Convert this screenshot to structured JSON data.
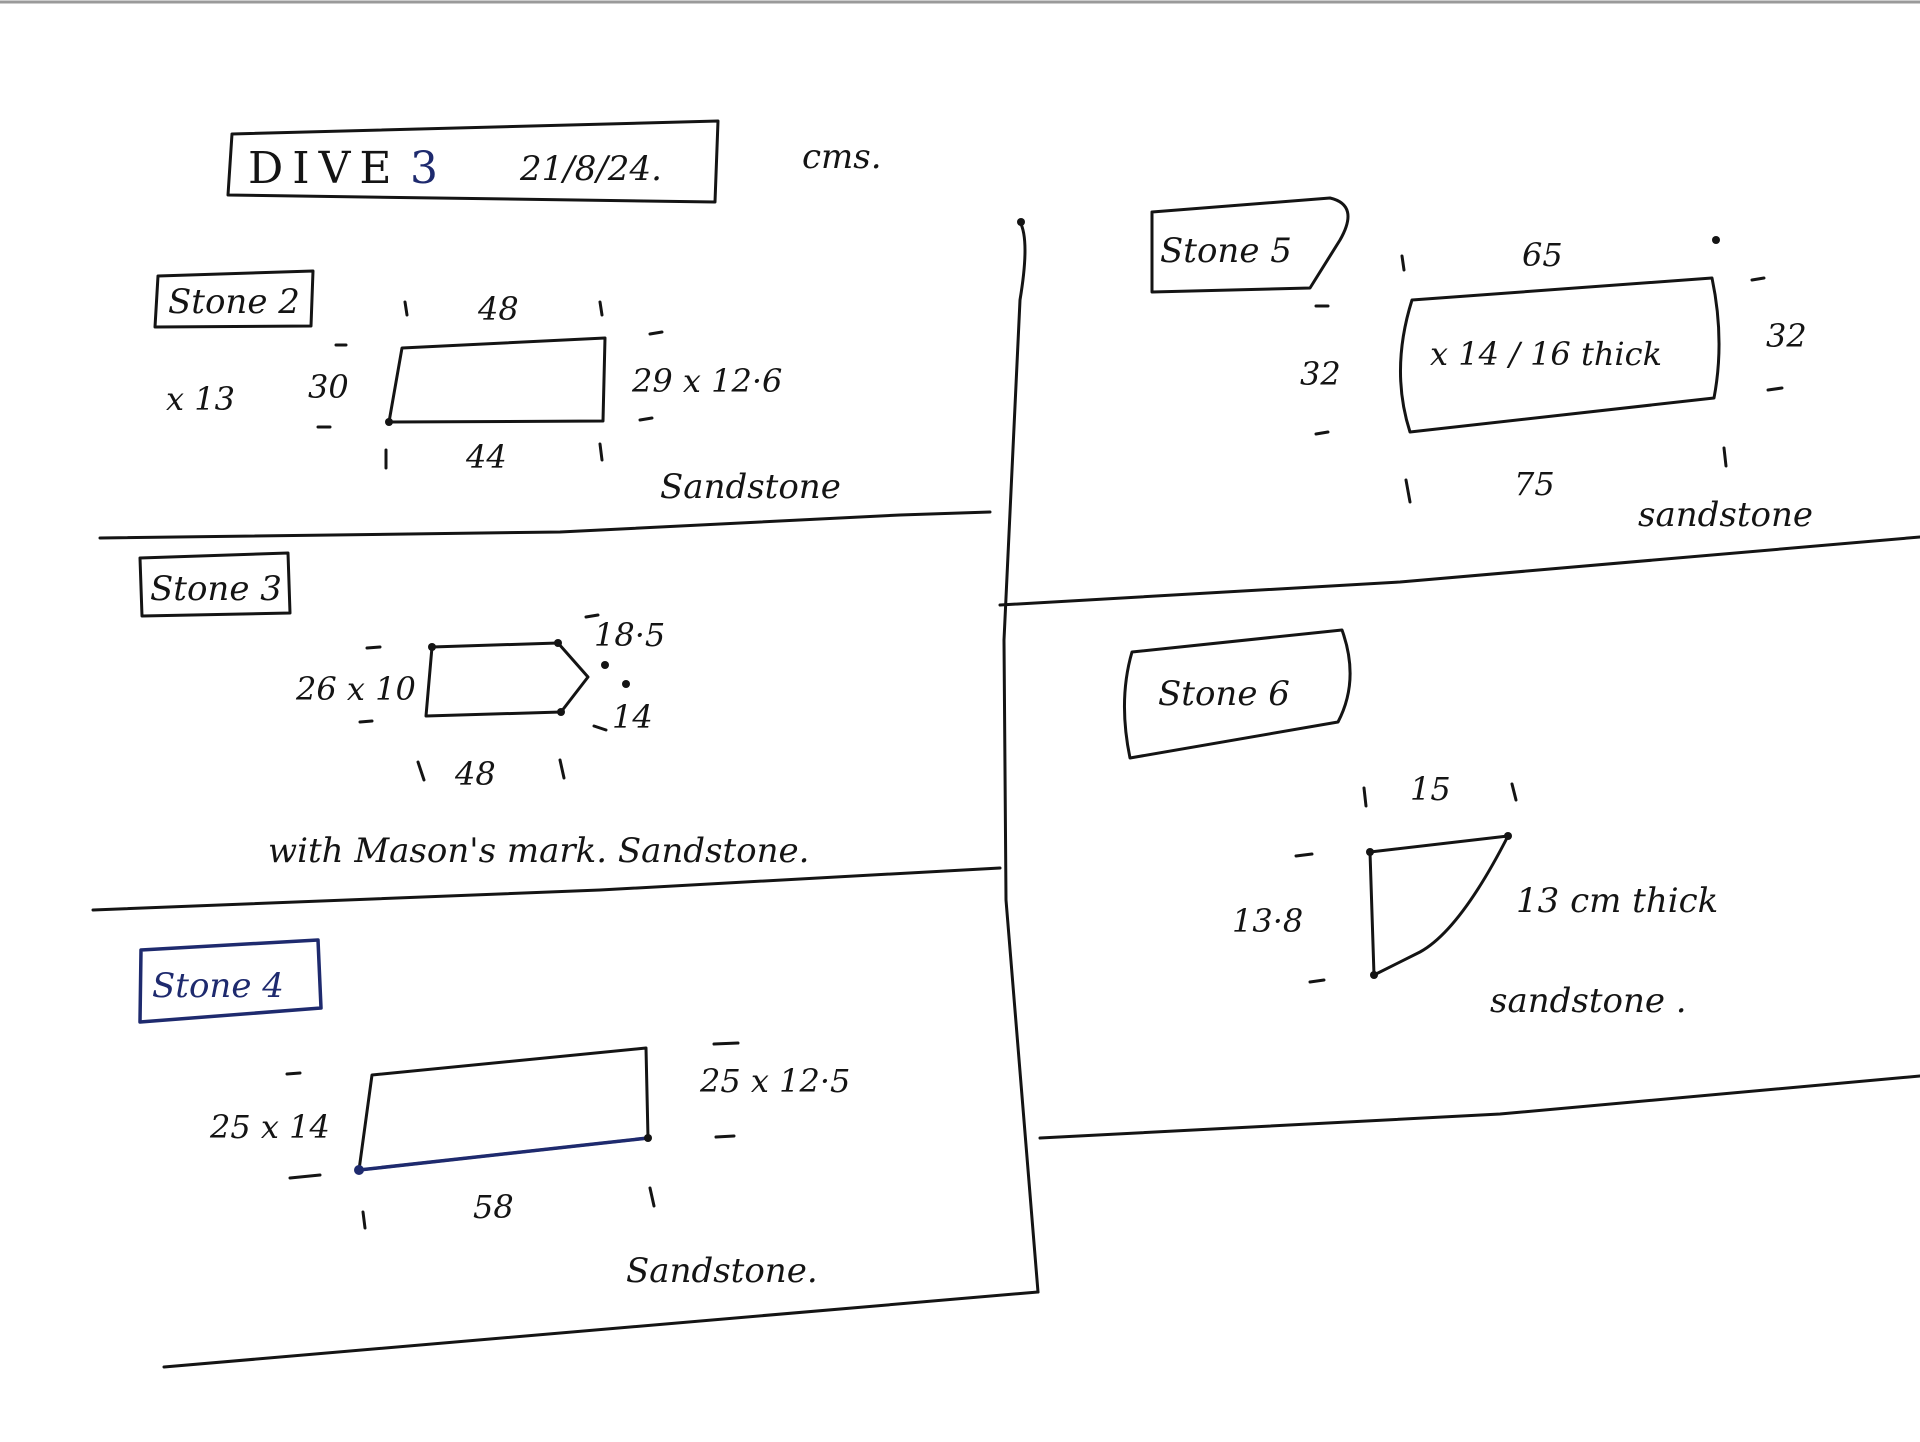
{
  "header": {
    "title": "DIVE",
    "dive_number": "3",
    "date": "21/8/24.",
    "units": "cms."
  },
  "colors": {
    "ink": "#141414",
    "blue_ink": "#1e2a6e",
    "paper": "#ffffff"
  },
  "stones": {
    "s2": {
      "label": "Stone 2",
      "top": "48",
      "bottom": "44",
      "left": "30",
      "left_extra": "x 13",
      "right": "29 x 12·6",
      "material": "Sandstone"
    },
    "s3": {
      "label": "Stone 3",
      "left": "26 x 10",
      "bottom": "48",
      "right_top": "18·5",
      "right_bottom": "14",
      "note": "with Mason's mark. Sandstone."
    },
    "s4": {
      "label": "Stone 4",
      "left": "25 x 14",
      "right": "25 x 12·5",
      "bottom": "58",
      "material": "Sandstone."
    },
    "s5": {
      "label": "Stone 5",
      "top": "65",
      "bottom": "75",
      "left": "32",
      "right": "32",
      "inside": "x 14 / 16 thick",
      "material": "sandstone"
    },
    "s6": {
      "label": "Stone 6",
      "top": "15",
      "left": "13·8",
      "thickness": "13 cm thick",
      "material": "sandstone ."
    }
  }
}
